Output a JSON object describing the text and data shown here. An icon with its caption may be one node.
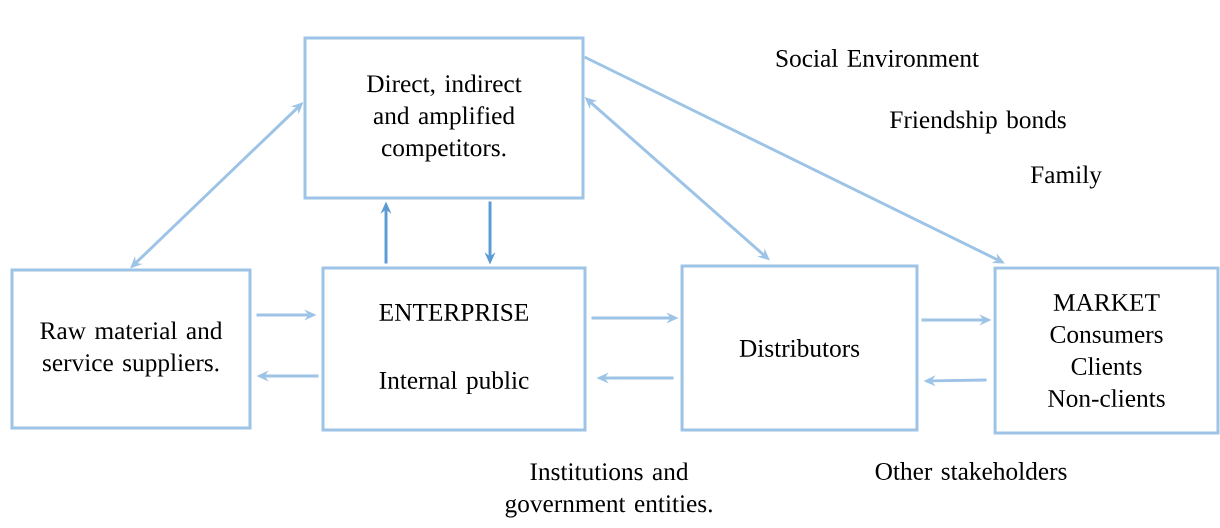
{
  "diagram": {
    "nodes": [
      {
        "text": [
          "Direct, indirect and amplified competitors."
        ]
      },
      {
        "text": [
          "Raw material and service suppliers."
        ]
      },
      {
        "text": [
          "ENTERPRISE",
          "Internal public"
        ]
      },
      {
        "text": [
          "Distributors"
        ]
      },
      {
        "text": [
          "MARKET",
          "Consumers Clients Non-clients"
        ]
      }
    ],
    "edges": [
      {
        "from": 0,
        "to": 1,
        "arrow": "both"
      },
      {
        "from": 1,
        "to": 2,
        "arrow": "to"
      },
      {
        "from": 2,
        "to": 1,
        "arrow": "to"
      },
      {
        "from": 2,
        "to": 0,
        "arrow": "to",
        "color": "#5b9bd5"
      },
      {
        "from": 0,
        "to": 2,
        "arrow": "to",
        "color": "#5b9bd5"
      },
      {
        "from": 2,
        "to": 3,
        "arrow": "to"
      },
      {
        "from": 3,
        "to": 2,
        "arrow": "to"
      },
      {
        "from": 0,
        "to": 3,
        "arrow": "both"
      },
      {
        "from": 0,
        "to": 4,
        "arrow": "to"
      },
      {
        "from": 3,
        "to": 4,
        "arrow": "to"
      },
      {
        "from": 4,
        "to": 3,
        "arrow": "to"
      }
    ],
    "labels": [
      "Social Environment",
      "Friendship bonds",
      "Family",
      "Institutions and government entities.",
      "Other stakeholders"
    ]
  }
}
